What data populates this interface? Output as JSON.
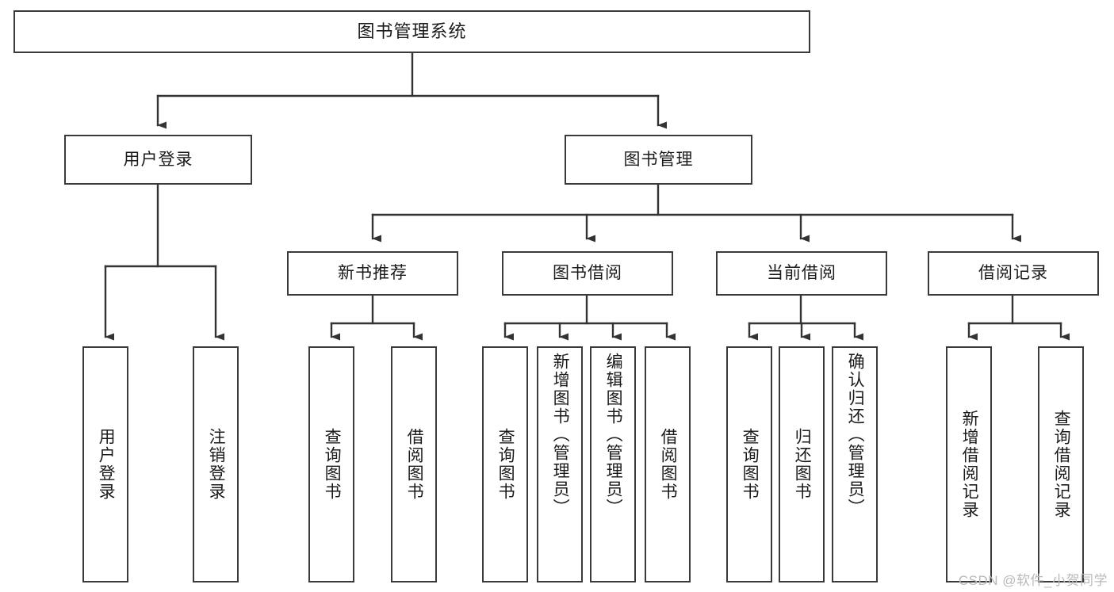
{
  "diagram": {
    "title": "图书管理系统",
    "type": "tree",
    "watermark": "CSDN @软件_小贺同学",
    "colors": {
      "box_border": "#3a3a3a",
      "box_fill": "#ffffff",
      "connector": "#333333",
      "text": "#1a1a1a",
      "watermark": "#b9b9b9"
    },
    "root": {
      "label": "图书管理系统"
    },
    "level2": [
      {
        "id": "user-login",
        "label": "用户登录"
      },
      {
        "id": "book-manage",
        "label": "图书管理"
      }
    ],
    "level3": [
      {
        "id": "new-book-recommend",
        "label": "新书推荐",
        "parent": "book-manage"
      },
      {
        "id": "book-borrow",
        "label": "图书借阅",
        "parent": "book-manage"
      },
      {
        "id": "current-borrow",
        "label": "当前借阅",
        "parent": "book-manage"
      },
      {
        "id": "borrow-record",
        "label": "借阅记录",
        "parent": "book-manage"
      }
    ],
    "leaves": {
      "user-login": [
        {
          "id": "leaf-user-login",
          "label": "用户登录"
        },
        {
          "id": "leaf-user-logout",
          "label": "注销登录"
        }
      ],
      "new-book-recommend": [
        {
          "id": "leaf-query-book-1",
          "label": "查询图书"
        },
        {
          "id": "leaf-borrow-book-1",
          "label": "借阅图书"
        }
      ],
      "book-borrow": [
        {
          "id": "leaf-query-book-2",
          "label": "查询图书"
        },
        {
          "id": "leaf-add-book",
          "label": "新增图书（管理员）"
        },
        {
          "id": "leaf-edit-book",
          "label": "编辑图书（管理员）"
        },
        {
          "id": "leaf-borrow-book-2",
          "label": "借阅图书"
        }
      ],
      "current-borrow": [
        {
          "id": "leaf-query-book-3",
          "label": "查询图书"
        },
        {
          "id": "leaf-return-book",
          "label": "归还图书"
        },
        {
          "id": "leaf-confirm-return",
          "label": "确认归还（管理员）"
        }
      ],
      "borrow-record": [
        {
          "id": "leaf-add-record",
          "label": "新增借阅记录"
        },
        {
          "id": "leaf-query-record",
          "label": "查询借阅记录"
        }
      ]
    }
  }
}
